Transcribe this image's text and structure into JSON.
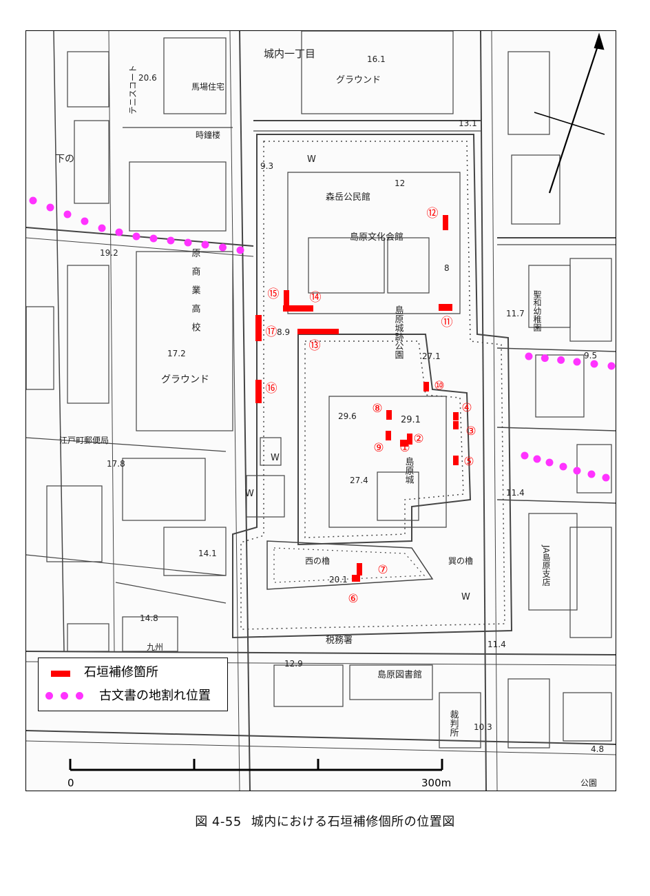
{
  "legend": {
    "repair_label": "石垣補修箇所",
    "survey_label": "古文書の地割れ位置"
  },
  "scale_bar": {
    "start_label": "0",
    "end_label": "300m"
  },
  "caption": {
    "figure_number": "図 4-55",
    "title": "城内における石垣補修個所の位置図"
  },
  "colors": {
    "repair_marker": "#ff0000",
    "survey_dots": "#ff33ff",
    "map_lines": "#333333"
  },
  "map_labels": {
    "district_north": "城内一丁目",
    "ground_north": "グラウンド",
    "elev_16_1": "16.1",
    "elev_20_6": "20.6",
    "tennis_court": "テニスコート",
    "baba_house": "馬場住宅",
    "clock_tower": "時鐘楼",
    "elev_13_1": "13.1",
    "elev_9_3": "9.3",
    "elev_12": "12",
    "elev_19_2": "19.2",
    "morigaku_hall": "森岳公民館",
    "culture_hall": "島原文化会館",
    "elev_8": "8",
    "shimabara_castle_park": "島原城跡公園",
    "elev_27_1": "27.1",
    "elev_29_6": "29.6",
    "elev_29_1": "29.1",
    "elev_27_4": "27.4",
    "shimabara_castle": "島原城",
    "kanbara_school": "原商業高校",
    "elev_17_2": "17.2",
    "ground_school": "グラウンド",
    "elev_8_9": "8.9",
    "nishi_yagura": "西の櫓",
    "tatsumi_yagura": "巽の櫓",
    "elev_20_1": "20.1",
    "elev_17_8": "17.8",
    "elev_14_1": "14.1",
    "elev_14_8": "14.8",
    "edomachi_post": "江戸町郵便局",
    "kyushu": "九州",
    "seiwa_kindergarten": "聖和幼稚園",
    "shimo_no": "下の",
    "elev_11_7": "11.7",
    "elev_9_5": "9.5",
    "elev_11_4": "11.4",
    "ja_branch": "JA島原支店",
    "elev_11_4b": "11.4",
    "tax_office": "税務署",
    "library": "島原図書館",
    "elev_12_9": "12.9",
    "court": "裁判所",
    "elev_10_3": "10.3",
    "elev_4_8": "4.8",
    "park": "公園",
    "water": "W"
  },
  "markers": [
    {
      "id": "1",
      "label": "①"
    },
    {
      "id": "2",
      "label": "②"
    },
    {
      "id": "3",
      "label": "③"
    },
    {
      "id": "4",
      "label": "④"
    },
    {
      "id": "5",
      "label": "⑤"
    },
    {
      "id": "6",
      "label": "⑥"
    },
    {
      "id": "7",
      "label": "⑦"
    },
    {
      "id": "8",
      "label": "⑧"
    },
    {
      "id": "9",
      "label": "⑨"
    },
    {
      "id": "10",
      "label": "⑩"
    },
    {
      "id": "11",
      "label": "⑪"
    },
    {
      "id": "12",
      "label": "⑫"
    },
    {
      "id": "13",
      "label": "⑬"
    },
    {
      "id": "14",
      "label": "⑭"
    },
    {
      "id": "15",
      "label": "⑮"
    },
    {
      "id": "16",
      "label": "⑯"
    },
    {
      "id": "17",
      "label": "⑰"
    }
  ]
}
